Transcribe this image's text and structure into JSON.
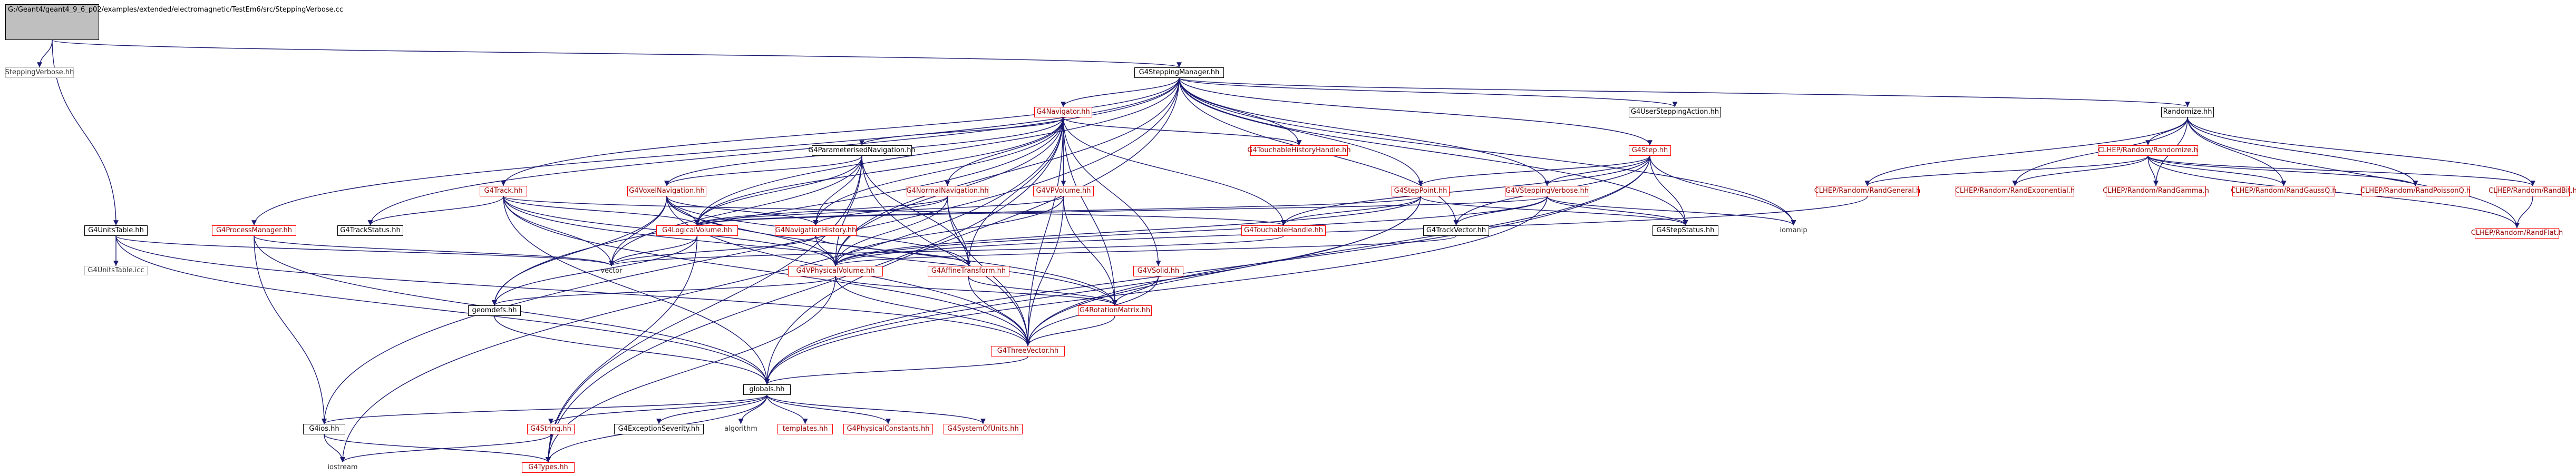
{
  "nodes": [
    {
      "id": "root",
      "label": "G:/Geant4/geant4_9_6_p02/examples/extended/electromagnetic/TestEm6/src/SteppingVerbose.cc",
      "style": "root"
    },
    {
      "id": "svh",
      "label": "SteppingVerbose.hh",
      "style": "gray"
    },
    {
      "id": "sm",
      "label": "G4SteppingManager.hh",
      "style": "black"
    },
    {
      "id": "navigator",
      "label": "G4Navigator.hh",
      "style": "red"
    },
    {
      "id": "usa",
      "label": "G4UserSteppingAction.hh",
      "style": "black"
    },
    {
      "id": "randomize",
      "label": "Randomize.hh",
      "style": "black"
    },
    {
      "id": "clhep_randomize",
      "label": "CLHEP/Random/Randomize.h",
      "style": "red"
    },
    {
      "id": "ptn",
      "label": "G4ParameterisedNavigation.hh",
      "style": "black"
    },
    {
      "id": "tthh",
      "label": "G4TouchableHistoryHandle.hh",
      "style": "red"
    },
    {
      "id": "step",
      "label": "G4Step.hh",
      "style": "red"
    },
    {
      "id": "track",
      "label": "G4Track.hh",
      "style": "red"
    },
    {
      "id": "vpn",
      "label": "G4VoxelNavigation.hh",
      "style": "red"
    },
    {
      "id": "nn",
      "label": "G4NormalNavigation.hh",
      "style": "red"
    },
    {
      "id": "vvol",
      "label": "G4VPVolume.hh",
      "style": "red"
    },
    {
      "id": "steppoint",
      "label": "G4StepPoint.hh",
      "style": "red"
    },
    {
      "id": "vsv",
      "label": "G4VSteppingVerbose.hh",
      "style": "red"
    },
    {
      "id": "randgeneral",
      "label": "CLHEP/Random/RandGeneral.h",
      "style": "red"
    },
    {
      "id": "randexp",
      "label": "CLHEP/Random/RandExponential.h",
      "style": "red"
    },
    {
      "id": "randgamma",
      "label": "CLHEP/Random/RandGamma.h",
      "style": "red"
    },
    {
      "id": "randgauss",
      "label": "CLHEP/Random/RandGaussQ.h",
      "style": "red"
    },
    {
      "id": "randpoisson",
      "label": "CLHEP/Random/RandPoissonQ.h",
      "style": "red"
    },
    {
      "id": "randbit",
      "label": "CLHEP/Random/RandBit.h",
      "style": "red"
    },
    {
      "id": "randflat",
      "label": "CLHEP/Random/RandFlat.h",
      "style": "red"
    },
    {
      "id": "unitstable",
      "label": "G4UnitsTable.hh",
      "style": "black"
    },
    {
      "id": "unitstable_icc",
      "label": "G4UnitsTable.icc",
      "style": "gray"
    },
    {
      "id": "pm",
      "label": "G4ProcessManager.hh",
      "style": "red"
    },
    {
      "id": "trackstatus",
      "label": "G4TrackStatus.hh",
      "style": "black"
    },
    {
      "id": "lv",
      "label": "G4LogicalVolume.hh",
      "style": "red"
    },
    {
      "id": "nh",
      "label": "G4NavigationHistory.hh",
      "style": "red"
    },
    {
      "id": "th",
      "label": "G4TouchableHandle.hh",
      "style": "red"
    },
    {
      "id": "stepstatus",
      "label": "G4StepStatus.hh",
      "style": "black"
    },
    {
      "id": "trackvector",
      "label": "G4TrackVector.hh",
      "style": "black"
    },
    {
      "id": "vector",
      "label": "vector",
      "style": "plain"
    },
    {
      "id": "iomanip",
      "label": "iomanip",
      "style": "plain"
    },
    {
      "id": "pv",
      "label": "G4VPhysicalVolume.hh",
      "style": "red"
    },
    {
      "id": "at",
      "label": "G4AffineTransform.hh",
      "style": "red"
    },
    {
      "id": "vsolid",
      "label": "G4VSolid.hh",
      "style": "red"
    },
    {
      "id": "geomdefs",
      "label": "geomdefs.hh",
      "style": "black"
    },
    {
      "id": "rm",
      "label": "G4RotationMatrix.hh",
      "style": "red"
    },
    {
      "id": "tv",
      "label": "G4ThreeVector.hh",
      "style": "red"
    },
    {
      "id": "globals",
      "label": "globals.hh",
      "style": "black"
    },
    {
      "id": "g4ios",
      "label": "G4ios.hh",
      "style": "black"
    },
    {
      "id": "g4string",
      "label": "G4String.hh",
      "style": "red"
    },
    {
      "id": "exsev",
      "label": "G4ExceptionSeverity.hh",
      "style": "black"
    },
    {
      "id": "algorithm",
      "label": "algorithm",
      "style": "plain"
    },
    {
      "id": "templates",
      "label": "templates.hh",
      "style": "red"
    },
    {
      "id": "physconst",
      "label": "G4PhysicalConstants.hh",
      "style": "red"
    },
    {
      "id": "sysunits",
      "label": "G4SystemOfUnits.hh",
      "style": "red"
    },
    {
      "id": "iostream",
      "label": "iostream",
      "style": "plain"
    },
    {
      "id": "types",
      "label": "G4Types.hh",
      "style": "red"
    }
  ],
  "edges": [
    [
      "root",
      "svh"
    ],
    [
      "root",
      "sm"
    ],
    [
      "root",
      "unitstable"
    ],
    [
      "sm",
      "navigator"
    ],
    [
      "sm",
      "usa"
    ],
    [
      "sm",
      "randomize"
    ],
    [
      "sm",
      "tthh"
    ],
    [
      "sm",
      "step"
    ],
    [
      "sm",
      "track"
    ],
    [
      "sm",
      "pm"
    ],
    [
      "sm",
      "trackstatus"
    ],
    [
      "sm",
      "vsv"
    ],
    [
      "sm",
      "stepstatus"
    ],
    [
      "sm",
      "trackvector"
    ],
    [
      "sm",
      "lv"
    ],
    [
      "sm",
      "pv"
    ],
    [
      "sm",
      "iomanip"
    ],
    [
      "sm",
      "g4ios"
    ],
    [
      "sm",
      "globals"
    ],
    [
      "sm",
      "steppoint"
    ],
    [
      "navigator",
      "ptn"
    ],
    [
      "navigator",
      "vpn"
    ],
    [
      "navigator",
      "nn"
    ],
    [
      "navigator",
      "vvol"
    ],
    [
      "navigator",
      "tthh"
    ],
    [
      "navigator",
      "th"
    ],
    [
      "navigator",
      "lv"
    ],
    [
      "navigator",
      "nh"
    ],
    [
      "navigator",
      "pv"
    ],
    [
      "navigator",
      "at"
    ],
    [
      "navigator",
      "vsolid"
    ],
    [
      "navigator",
      "geomdefs"
    ],
    [
      "navigator",
      "tv"
    ],
    [
      "navigator",
      "rm"
    ],
    [
      "navigator",
      "iostream"
    ],
    [
      "navigator",
      "types"
    ],
    [
      "ptn",
      "vpn"
    ],
    [
      "ptn",
      "nh"
    ],
    [
      "ptn",
      "lv"
    ],
    [
      "ptn",
      "pv"
    ],
    [
      "ptn",
      "at"
    ],
    [
      "ptn",
      "tv"
    ],
    [
      "ptn",
      "vector"
    ],
    [
      "ptn",
      "types"
    ],
    [
      "vpn",
      "lv"
    ],
    [
      "vpn",
      "nh"
    ],
    [
      "vpn",
      "pv"
    ],
    [
      "vpn",
      "at"
    ],
    [
      "vpn",
      "vector"
    ],
    [
      "vpn",
      "tv"
    ],
    [
      "vpn",
      "geomdefs"
    ],
    [
      "vpn",
      "rm"
    ],
    [
      "nn",
      "lv"
    ],
    [
      "nn",
      "nh"
    ],
    [
      "nn",
      "pv"
    ],
    [
      "nn",
      "at"
    ],
    [
      "nn",
      "tv"
    ],
    [
      "vvol",
      "lv"
    ],
    [
      "vvol",
      "pv"
    ],
    [
      "vvol",
      "tv"
    ],
    [
      "vvol",
      "rm"
    ],
    [
      "randomize",
      "clhep_randomize"
    ],
    [
      "randomize",
      "randgeneral"
    ],
    [
      "randomize",
      "randexp"
    ],
    [
      "randomize",
      "randgamma"
    ],
    [
      "randomize",
      "randgauss"
    ],
    [
      "randomize",
      "randpoisson"
    ],
    [
      "randomize",
      "randbit"
    ],
    [
      "randomize",
      "randflat"
    ],
    [
      "clhep_randomize",
      "randgeneral"
    ],
    [
      "clhep_randomize",
      "randexp"
    ],
    [
      "clhep_randomize",
      "randgamma"
    ],
    [
      "clhep_randomize",
      "randgauss"
    ],
    [
      "clhep_randomize",
      "randpoisson"
    ],
    [
      "clhep_randomize",
      "randbit"
    ],
    [
      "clhep_randomize",
      "randflat"
    ],
    [
      "randbit",
      "randflat"
    ],
    [
      "randgeneral",
      "pv"
    ],
    [
      "step",
      "steppoint"
    ],
    [
      "step",
      "vsv"
    ],
    [
      "step",
      "stepstatus"
    ],
    [
      "step",
      "trackvector"
    ],
    [
      "step",
      "th"
    ],
    [
      "step",
      "iomanip"
    ],
    [
      "step",
      "tv"
    ],
    [
      "step",
      "globals"
    ],
    [
      "steppoint",
      "lv"
    ],
    [
      "steppoint",
      "th"
    ],
    [
      "steppoint",
      "stepstatus"
    ],
    [
      "steppoint",
      "tv"
    ],
    [
      "steppoint",
      "pv"
    ],
    [
      "steppoint",
      "globals"
    ],
    [
      "vsv",
      "trackvector"
    ],
    [
      "vsv",
      "lv"
    ],
    [
      "vsv",
      "stepstatus"
    ],
    [
      "vsv",
      "iomanip"
    ],
    [
      "vsv",
      "globals"
    ],
    [
      "vsv",
      "pv"
    ],
    [
      "track",
      "trackstatus"
    ],
    [
      "track",
      "lv"
    ],
    [
      "track",
      "th"
    ],
    [
      "track",
      "vector"
    ],
    [
      "track",
      "pv"
    ],
    [
      "track",
      "tv"
    ],
    [
      "track",
      "globals"
    ],
    [
      "track",
      "rm"
    ],
    [
      "unitstable",
      "unitstable_icc"
    ],
    [
      "unitstable",
      "globals"
    ],
    [
      "unitstable",
      "vector"
    ],
    [
      "unitstable",
      "tv"
    ],
    [
      "pm",
      "vector"
    ],
    [
      "pm",
      "g4ios"
    ],
    [
      "pm",
      "globals"
    ],
    [
      "lv",
      "vector"
    ],
    [
      "lv",
      "geomdefs"
    ],
    [
      "lv",
      "types"
    ],
    [
      "nh",
      "pv"
    ],
    [
      "nh",
      "at"
    ],
    [
      "nh",
      "vector"
    ],
    [
      "th",
      "vector"
    ],
    [
      "pv",
      "geomdefs"
    ],
    [
      "pv",
      "tv"
    ],
    [
      "pv",
      "rm"
    ],
    [
      "pv",
      "types"
    ],
    [
      "at",
      "tv"
    ],
    [
      "at",
      "rm"
    ],
    [
      "vsolid",
      "tv"
    ],
    [
      "vsolid",
      "rm"
    ],
    [
      "geomdefs",
      "globals"
    ],
    [
      "rm",
      "tv"
    ],
    [
      "tv",
      "globals"
    ],
    [
      "trackvector",
      "pv"
    ],
    [
      "globals",
      "g4ios"
    ],
    [
      "globals",
      "g4string"
    ],
    [
      "globals",
      "exsev"
    ],
    [
      "globals",
      "algorithm"
    ],
    [
      "globals",
      "templates"
    ],
    [
      "globals",
      "physconst"
    ],
    [
      "globals",
      "sysunits"
    ],
    [
      "globals",
      "types"
    ],
    [
      "g4ios",
      "iostream"
    ],
    [
      "g4ios",
      "types"
    ],
    [
      "g4string",
      "iostream"
    ],
    [
      "g4string",
      "types"
    ]
  ]
}
